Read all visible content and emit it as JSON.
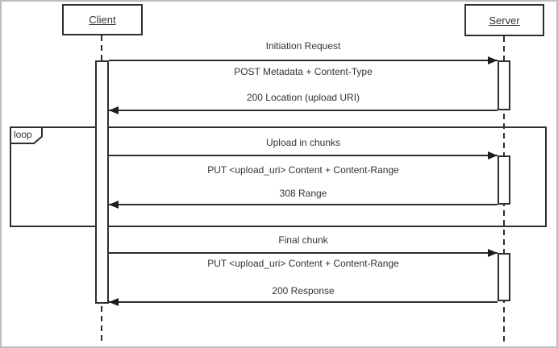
{
  "colors": {
    "line": "#2e2e2e",
    "text": "#333333",
    "canvas_border": "#bdbdbd",
    "background": "#ffffff"
  },
  "actors": {
    "client": "Client",
    "server": "Server"
  },
  "loop": {
    "operator": "loop",
    "title": "Upload in chunks"
  },
  "messages": {
    "initiation_label": "Initiation Request",
    "post_metadata": "POST Metadata + Content-Type",
    "location_response": "200 Location (upload URI)",
    "put_chunk": "PUT <upload_uri> Content + Content-Range",
    "range_308": "308 Range",
    "final_label": "Final chunk",
    "put_final": "PUT <upload_uri> Content + Content-Range",
    "response_200": "200 Response"
  }
}
